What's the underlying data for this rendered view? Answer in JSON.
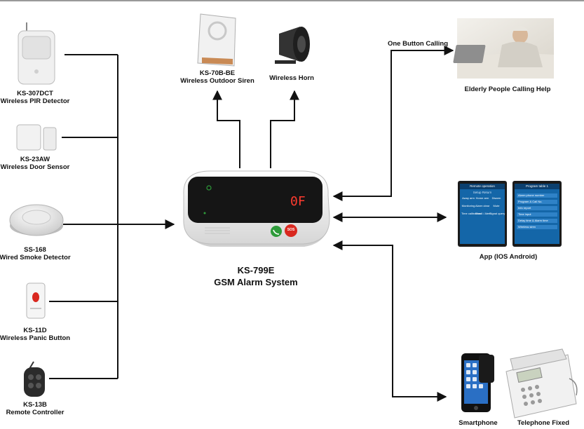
{
  "hub": {
    "model": "KS-799E",
    "name": "GSM Alarm System",
    "display": "0F",
    "sos_label": "SOS"
  },
  "sensors": [
    {
      "model": "KS-307DCT",
      "name": "Wireless PIR Detector",
      "icon": "pir-detector-icon"
    },
    {
      "model": "KS-23AW",
      "name": "Wireless Door Sensor",
      "icon": "door-sensor-icon"
    },
    {
      "model": "SS-168",
      "name": "Wired Smoke Detector",
      "icon": "smoke-detector-icon"
    },
    {
      "model": "KS-11D",
      "name": "Wireless Panic Button",
      "icon": "panic-button-icon"
    },
    {
      "model": "KS-13B",
      "name": "Remote Controller",
      "icon": "remote-controller-icon"
    }
  ],
  "outputs": {
    "siren": {
      "model": "KS-70B-BE",
      "name": "Wireless Outdoor Siren",
      "icon": "siren-icon"
    },
    "horn": {
      "name": "Wireless Horn",
      "icon": "horn-icon"
    }
  },
  "right": {
    "one_button": {
      "arrow_label": "One Button Calling",
      "caption": "Elderly People Calling Help",
      "icon": "elderly-person-photo-icon"
    },
    "app": {
      "caption": "App (IOS Android)",
      "screen1_title": "Remote operation",
      "screen1_sub": "Setup  Return",
      "screen1_items": [
        "Away arm",
        "Home arm",
        "Disarm",
        "Monitoring",
        "Alarm clear",
        "Mute",
        "Time calibration",
        "Enroll / Alert",
        "Signal query"
      ],
      "screen2_title": "Program table 1",
      "screen2_items": [
        "Alarm phone number",
        "Program & Call No.",
        "Info report",
        "Time input",
        "Delay time & Alarm time",
        "Wireless siren"
      ]
    },
    "phones": {
      "smartphone": "Smartphone",
      "telephone": "Telephone Fixed"
    }
  },
  "colors": {
    "line": "#111111",
    "hub_body": "#f4f4f4",
    "display": "#1a1a1a",
    "display_text": "#ff3b2f",
    "call_green": "#2e9b3a",
    "sos_red": "#d9281f"
  }
}
